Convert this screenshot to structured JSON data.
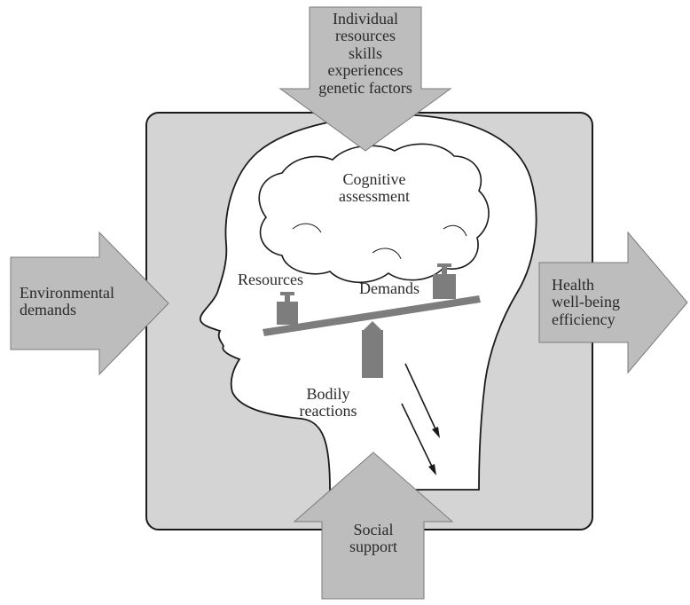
{
  "diagram": {
    "top_arrow": {
      "lines": [
        "Individual",
        "resources",
        "skills",
        "experiences",
        "genetic factors"
      ]
    },
    "left_arrow": {
      "lines": [
        "Environmental",
        "demands"
      ]
    },
    "right_arrow": {
      "lines": [
        "Health",
        "well-being",
        "efficiency"
      ]
    },
    "bottom_arrow": {
      "lines": [
        "Social",
        "support"
      ]
    },
    "brain_label": {
      "lines": [
        "Cognitive",
        "assessment"
      ]
    },
    "scale": {
      "resources_label": "Resources",
      "demands_label": "Demands"
    },
    "body_label": {
      "lines": [
        "Bodily",
        "reactions"
      ]
    },
    "colors": {
      "box_fill": "#d4d4d4",
      "arrow_fill": "#bdbdbd",
      "dark_gray": "#7d7d7d",
      "outline": "#1a1a1a",
      "head_fill": "#ffffff"
    }
  }
}
